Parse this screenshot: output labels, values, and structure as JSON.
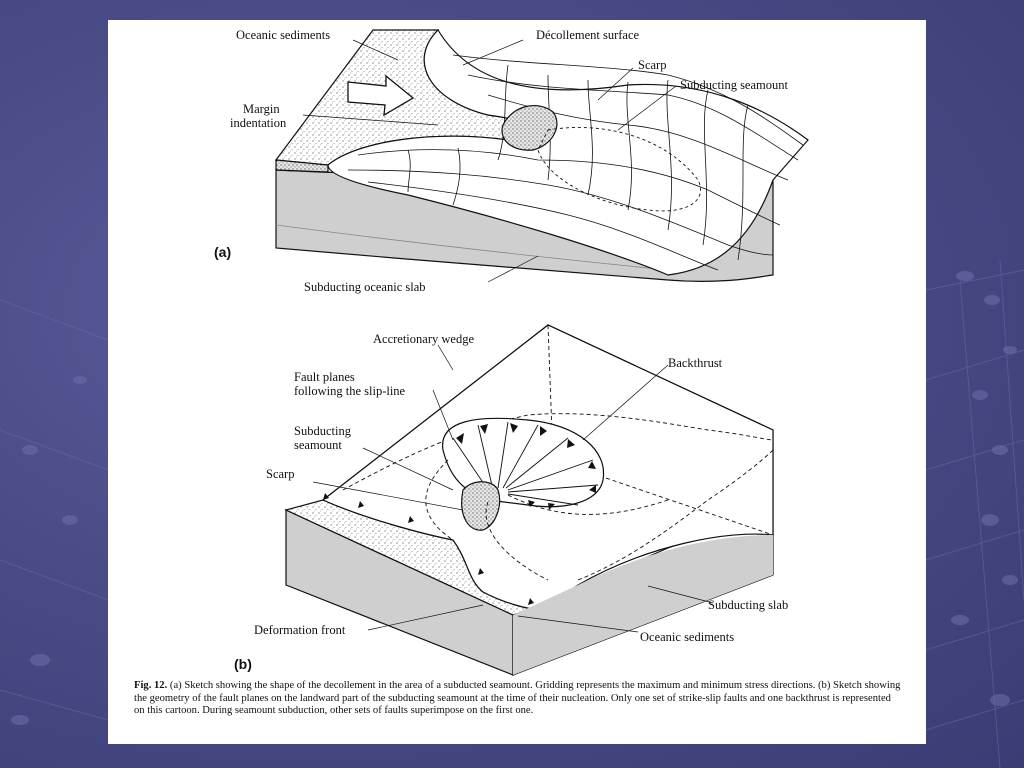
{
  "figure": {
    "panel_a": {
      "tag": "(a)",
      "labels": {
        "oceanic_sediments": "Oceanic sediments",
        "decollement_surface": "Décollement surface",
        "scarp": "Scarp",
        "subducting_seamount": "Subducting seamount",
        "margin_indentation_1": "Margin",
        "margin_indentation_2": "indentation",
        "subducting_oceanic_slab": "Subducting oceanic slab"
      }
    },
    "panel_b": {
      "tag": "(b)",
      "labels": {
        "accretionary_wedge": "Accretionary wedge",
        "fault_planes_1": "Fault planes",
        "fault_planes_2": "following the slip-line",
        "backthrust": "Backthrust",
        "subducting_seamount_1": "Subducting",
        "subducting_seamount_2": "seamount",
        "scarp": "Scarp",
        "subducting_slab": "Subducting slab",
        "deformation_front": "Deformation front",
        "oceanic_sediments": "Oceanic sediments"
      }
    },
    "caption": {
      "fig_no": "Fig. 12.",
      "text": "(a) Sketch showing the shape of the decollement in the area of a subducted seamount. Gridding represents the maximum and minimum stress directions. (b) Sketch showing the geometry of the fault planes on the landward part of the subducting seamount at the time of their nucleation. Only one set of strike-slip faults and one backthrust is represented on this cartoon. During seamount subduction, other sets of faults superimpose on the first one."
    }
  },
  "colors": {
    "slide_background": "#4a4c88",
    "figure_background": "#ffffff",
    "ink": "#111111",
    "slab_fill": "#c9c9c9"
  }
}
